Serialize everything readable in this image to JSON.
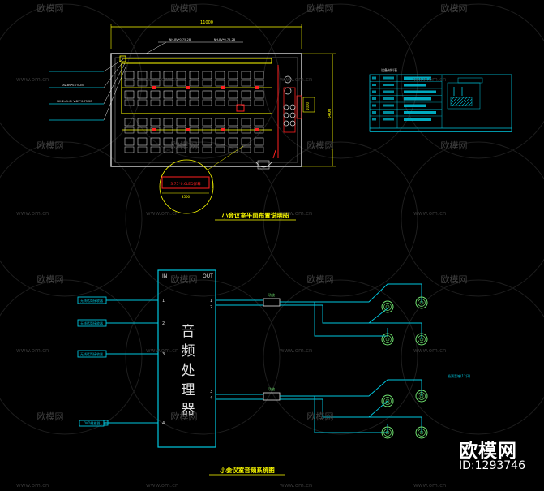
{
  "plan": {
    "title": "小会议室平面布置说明图",
    "width_dim": "11000",
    "height_dim": "6400",
    "detail_dim": "1000",
    "detail_width_dim": "3500",
    "detail_label": "3.75*0.6LED屏幕",
    "cable_labels": [
      "NH-BV*0.75-2B",
      "NH-BV*0.75-2B"
    ],
    "left_callouts": [
      "",
      "AV-BV*0.75-2B",
      "NH-2×1.0+V-BV*0.75-2B",
      ""
    ]
  },
  "legend": {
    "header": "设备材料表"
  },
  "audio": {
    "title": "小会议室音频系统图",
    "in_label": "IN",
    "out_label": "OUT",
    "processor_label": "音频处理器",
    "inputs": [
      "无线话筒接收器",
      "无线话筒接收器",
      "无线话筒接收器",
      "DVD播放器"
    ],
    "input_ports": [
      "1",
      "2",
      "3",
      "4"
    ],
    "output_ports": [
      "1",
      "2",
      "3",
      "4"
    ],
    "amp_label": "功放",
    "side_note": "吸顶音箱(12只)",
    "colors": {
      "line": "#00c8e0",
      "speaker": "#6ee06e",
      "plan_line": "#e0e0e0",
      "accent": "#ffff00",
      "red": "#ff2020"
    }
  },
  "watermark": {
    "brand": "欧模网",
    "url": "www.om.cn",
    "id_text": "ID:1293746"
  }
}
